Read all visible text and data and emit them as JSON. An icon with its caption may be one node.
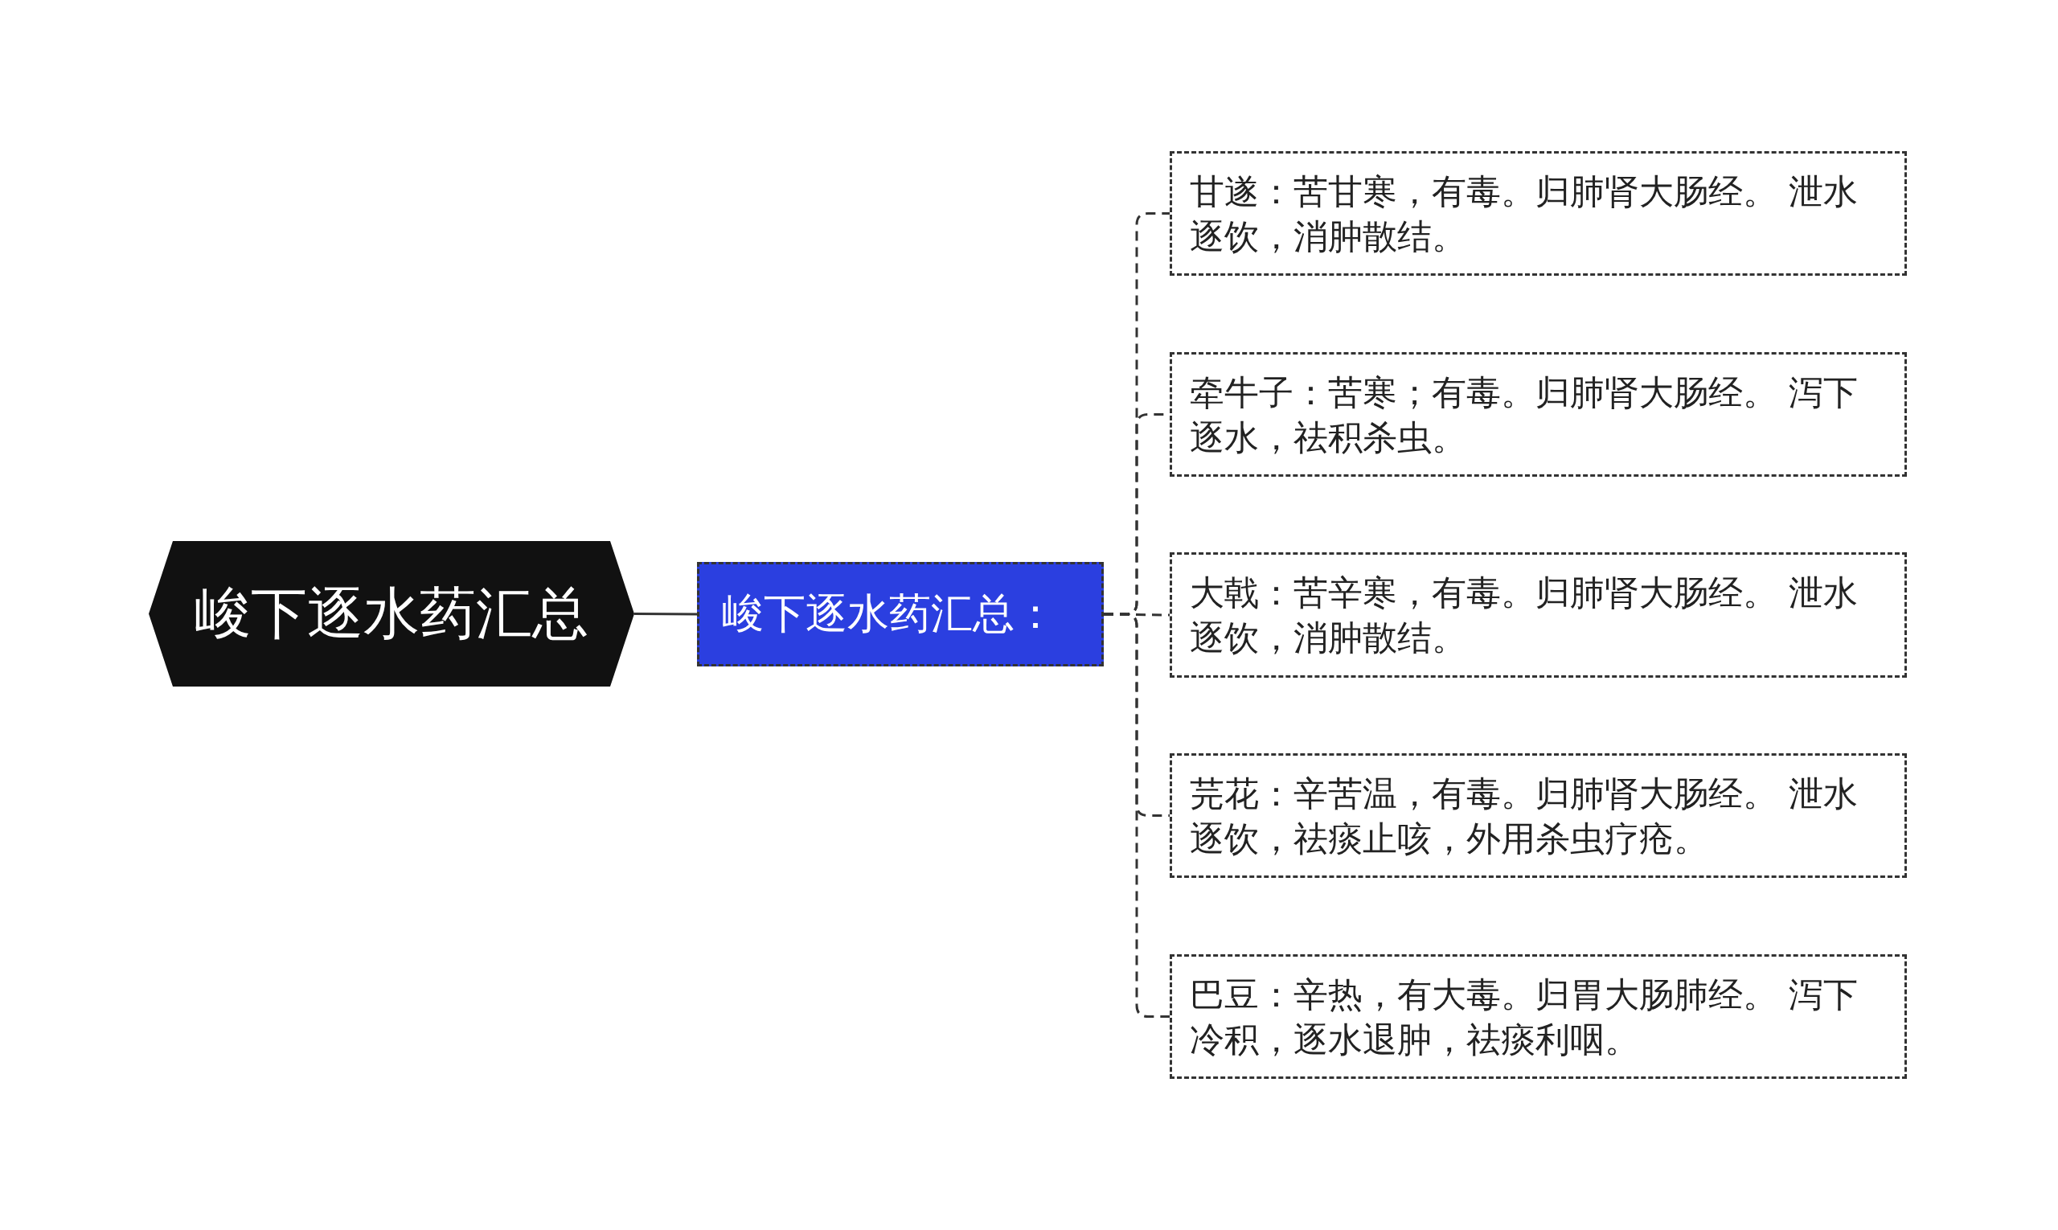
{
  "diagram": {
    "nodes": [
      {
        "text": [
          "峻下逐水药汇总"
        ]
      },
      {
        "text": [
          "峻下逐水药汇总："
        ]
      },
      {
        "text": [
          "甘遂：苦甘寒，有毒。归肺肾大肠经。 泄水逐饮，消肿散结。"
        ]
      },
      {
        "text": [
          "牵牛子：苦寒；有毒。归肺肾大肠经。 泻下逐水，祛积杀虫。"
        ]
      },
      {
        "text": [
          "大戟：苦辛寒，有毒。归肺肾大肠经。 泄水逐饮，消肿散结。"
        ]
      },
      {
        "text": [
          "芫花：辛苦温，有毒。归肺肾大肠经。 泄水逐饮，祛痰止咳，外用杀虫疗疮。"
        ]
      },
      {
        "text": [
          "巴豆：辛热，有大毒。归胃大肠肺经。 泻下冷积，逐水退肿，祛痰利咽。"
        ]
      }
    ],
    "edges": [
      {
        "from": 0,
        "to": 1,
        "arrow": "none"
      },
      {
        "from": 1,
        "to": 2,
        "arrow": "none",
        "style": "dashed"
      },
      {
        "from": 1,
        "to": 3,
        "arrow": "none",
        "style": "dashed"
      },
      {
        "from": 1,
        "to": 4,
        "arrow": "none",
        "style": "dashed"
      },
      {
        "from": 1,
        "to": 5,
        "arrow": "none",
        "style": "dashed"
      },
      {
        "from": 1,
        "to": 6,
        "arrow": "none",
        "style": "dashed"
      }
    ]
  }
}
